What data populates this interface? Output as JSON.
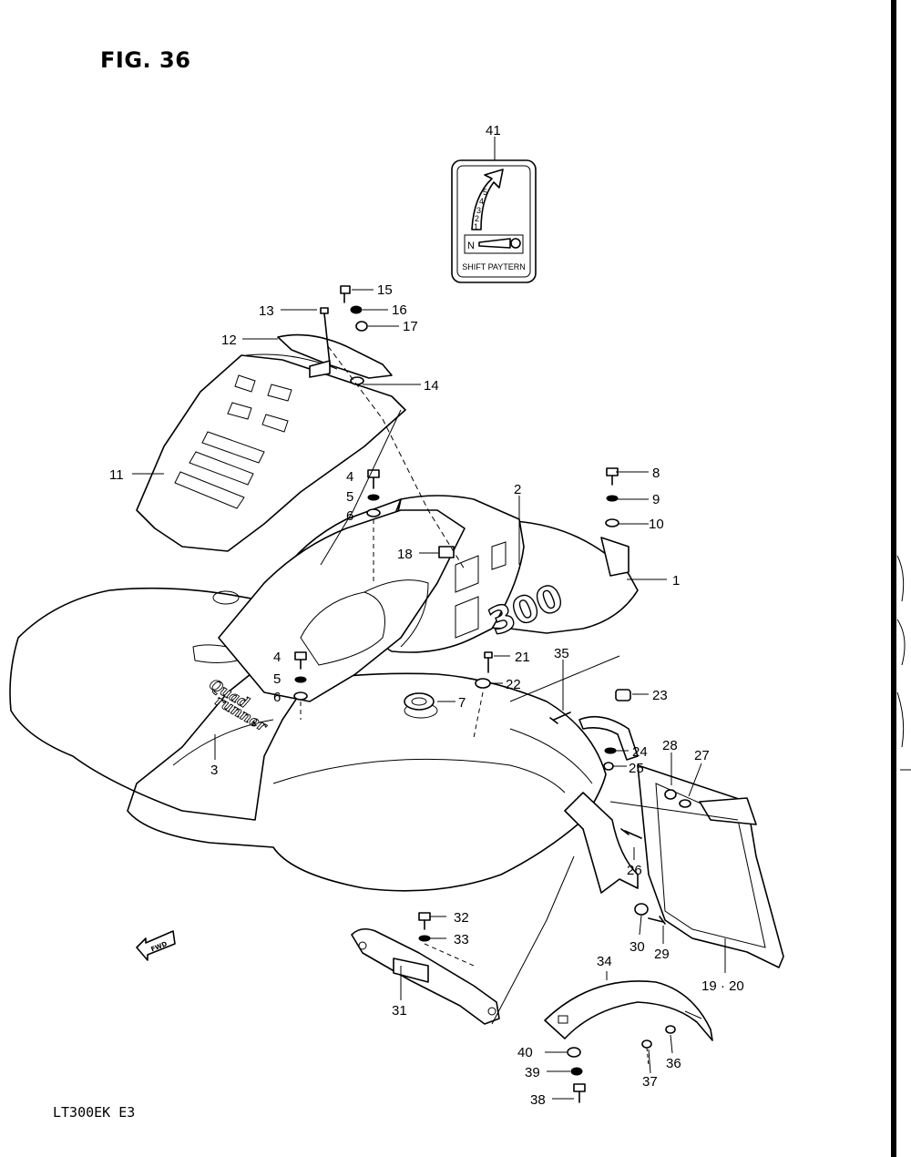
{
  "figure": {
    "title": "FIG. 36",
    "model_code": "LT300EK E3",
    "forward_marker": "FWD"
  },
  "decals": {
    "sticker_label": "SHIFT PAYTERN",
    "sticker_gears": [
      "5",
      "4",
      "3",
      "2",
      "1"
    ],
    "sticker_neutral": "N",
    "brand_decal_line1": "Quad",
    "brand_decal_line2": "runner",
    "displacement_decal": "300"
  },
  "callouts": [
    {
      "id": "c1",
      "label": "1"
    },
    {
      "id": "c2",
      "label": "2"
    },
    {
      "id": "c3",
      "label": "3"
    },
    {
      "id": "c4a",
      "label": "4"
    },
    {
      "id": "c4b",
      "label": "4"
    },
    {
      "id": "c5a",
      "label": "5"
    },
    {
      "id": "c5b",
      "label": "5"
    },
    {
      "id": "c6a",
      "label": "6"
    },
    {
      "id": "c6b",
      "label": "6"
    },
    {
      "id": "c7",
      "label": "7"
    },
    {
      "id": "c8",
      "label": "8"
    },
    {
      "id": "c9",
      "label": "9"
    },
    {
      "id": "c10",
      "label": "10"
    },
    {
      "id": "c11",
      "label": "11"
    },
    {
      "id": "c12",
      "label": "12"
    },
    {
      "id": "c13",
      "label": "13"
    },
    {
      "id": "c14",
      "label": "14"
    },
    {
      "id": "c15",
      "label": "15"
    },
    {
      "id": "c16",
      "label": "16"
    },
    {
      "id": "c17",
      "label": "17"
    },
    {
      "id": "c18",
      "label": "18"
    },
    {
      "id": "c1920",
      "label": "19 · 20"
    },
    {
      "id": "c21",
      "label": "21"
    },
    {
      "id": "c22",
      "label": "22"
    },
    {
      "id": "c23",
      "label": "23"
    },
    {
      "id": "c24",
      "label": "24"
    },
    {
      "id": "c25",
      "label": "25"
    },
    {
      "id": "c26",
      "label": "26"
    },
    {
      "id": "c27",
      "label": "27"
    },
    {
      "id": "c28",
      "label": "28"
    },
    {
      "id": "c29",
      "label": "29"
    },
    {
      "id": "c30",
      "label": "30"
    },
    {
      "id": "c31",
      "label": "31"
    },
    {
      "id": "c32",
      "label": "32"
    },
    {
      "id": "c33",
      "label": "33"
    },
    {
      "id": "c34",
      "label": "34"
    },
    {
      "id": "c35",
      "label": "35"
    },
    {
      "id": "c36",
      "label": "36"
    },
    {
      "id": "c37",
      "label": "37"
    },
    {
      "id": "c38",
      "label": "38"
    },
    {
      "id": "c39",
      "label": "39"
    },
    {
      "id": "c40",
      "label": "40"
    },
    {
      "id": "c41",
      "label": "41"
    }
  ]
}
